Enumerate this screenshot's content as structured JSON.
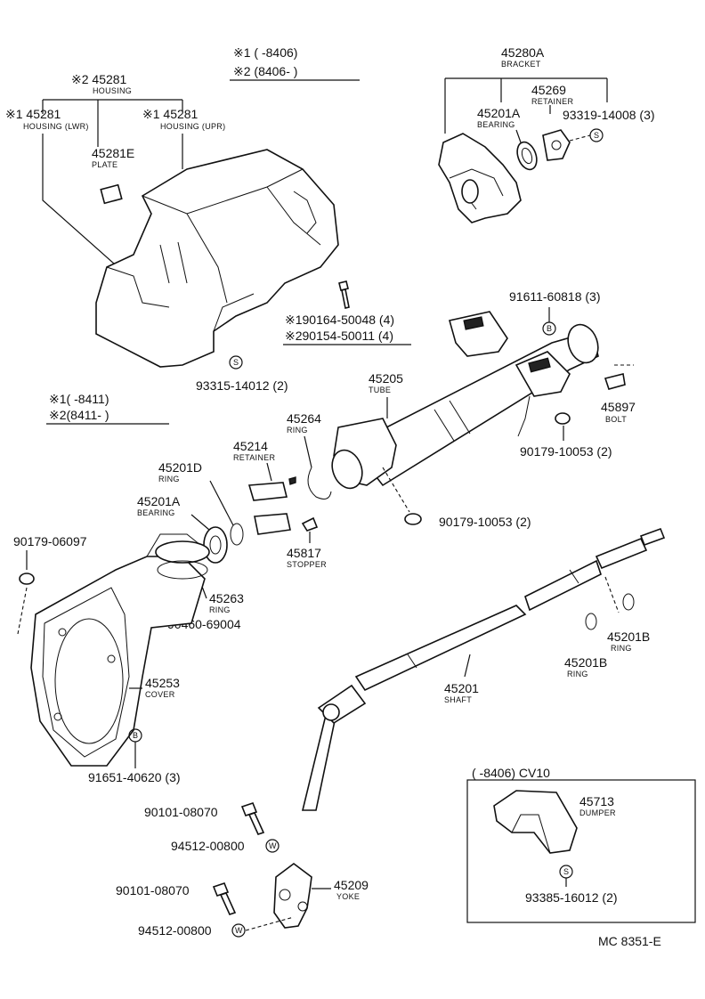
{
  "notes": {
    "top_1": "※1 (     -8406)",
    "top_2": "※2 (8406-      )",
    "mid_1": "※1(     -8411)",
    "mid_2": "※2(8411-      )",
    "inset_title": "(     -8406) CV10",
    "code": "MC 8351-E"
  },
  "parts": [
    {
      "id": "p45281",
      "number": "※2 45281",
      "name": "HOUSING"
    },
    {
      "id": "p45281lwr",
      "number": "※1 45281",
      "name": "HOUSING (LWR)"
    },
    {
      "id": "p45281upr",
      "number": "※1 45281",
      "name": "HOUSING (UPR)"
    },
    {
      "id": "p45281e",
      "number": "45281E",
      "name": "PLATE"
    },
    {
      "id": "p45280a",
      "number": "45280A",
      "name": "BRACKET"
    },
    {
      "id": "p45269",
      "number": "45269",
      "name": "RETAINER"
    },
    {
      "id": "p45201a_top",
      "number": "45201A",
      "name": "BEARING"
    },
    {
      "id": "p93319",
      "number": "93319-14008 (3)",
      "name": ""
    },
    {
      "id": "p190164",
      "number": "※190164-50048 (4)",
      "name": ""
    },
    {
      "id": "p290154",
      "number": "※290154-50011 (4)",
      "name": ""
    },
    {
      "id": "p91611",
      "number": "91611-60818 (3)",
      "name": ""
    },
    {
      "id": "p93315",
      "number": "93315-14012 (2)",
      "name": ""
    },
    {
      "id": "p45205",
      "number": "45205",
      "name": "TUBE"
    },
    {
      "id": "p45897",
      "number": "45897",
      "name": "BOLT"
    },
    {
      "id": "p45264",
      "number": "45264",
      "name": "RING"
    },
    {
      "id": "p90179_10053a",
      "number": "90179-10053 (2)",
      "name": ""
    },
    {
      "id": "p45214",
      "number": "45214",
      "name": "RETAINER"
    },
    {
      "id": "p45201d",
      "number": "45201D",
      "name": "RING"
    },
    {
      "id": "p45201a_mid",
      "number": "45201A",
      "name": "BEARING"
    },
    {
      "id": "p90179_10053b",
      "number": "90179-10053 (2)",
      "name": ""
    },
    {
      "id": "p90179_06097",
      "number": "90179-06097",
      "name": ""
    },
    {
      "id": "p45817",
      "number": "45817",
      "name": "STOPPER"
    },
    {
      "id": "p45263",
      "number": "45263",
      "name": "RING"
    },
    {
      "id": "p90460",
      "number": "90460-69004",
      "name": ""
    },
    {
      "id": "p45201b_r",
      "number": "45201B",
      "name": "RING"
    },
    {
      "id": "p45201b_l",
      "number": "45201B",
      "name": "RING"
    },
    {
      "id": "p45253",
      "number": "45253",
      "name": "COVER"
    },
    {
      "id": "p45201",
      "number": "45201",
      "name": "SHAFT"
    },
    {
      "id": "p91651",
      "number": "91651-40620 (3)",
      "name": ""
    },
    {
      "id": "p45713",
      "number": "45713",
      "name": "DUMPER"
    },
    {
      "id": "p93385",
      "number": "93385-16012 (2)",
      "name": ""
    },
    {
      "id": "p90101a",
      "number": "90101-08070",
      "name": ""
    },
    {
      "id": "p94512a",
      "number": "94512-00800",
      "name": ""
    },
    {
      "id": "p45209",
      "number": "45209",
      "name": "YOKE"
    },
    {
      "id": "p90101b",
      "number": "90101-08070",
      "name": ""
    },
    {
      "id": "p94512b",
      "number": "94512-00800",
      "name": ""
    }
  ],
  "symbols": {
    "s": "S",
    "b": "B",
    "w": "W"
  }
}
